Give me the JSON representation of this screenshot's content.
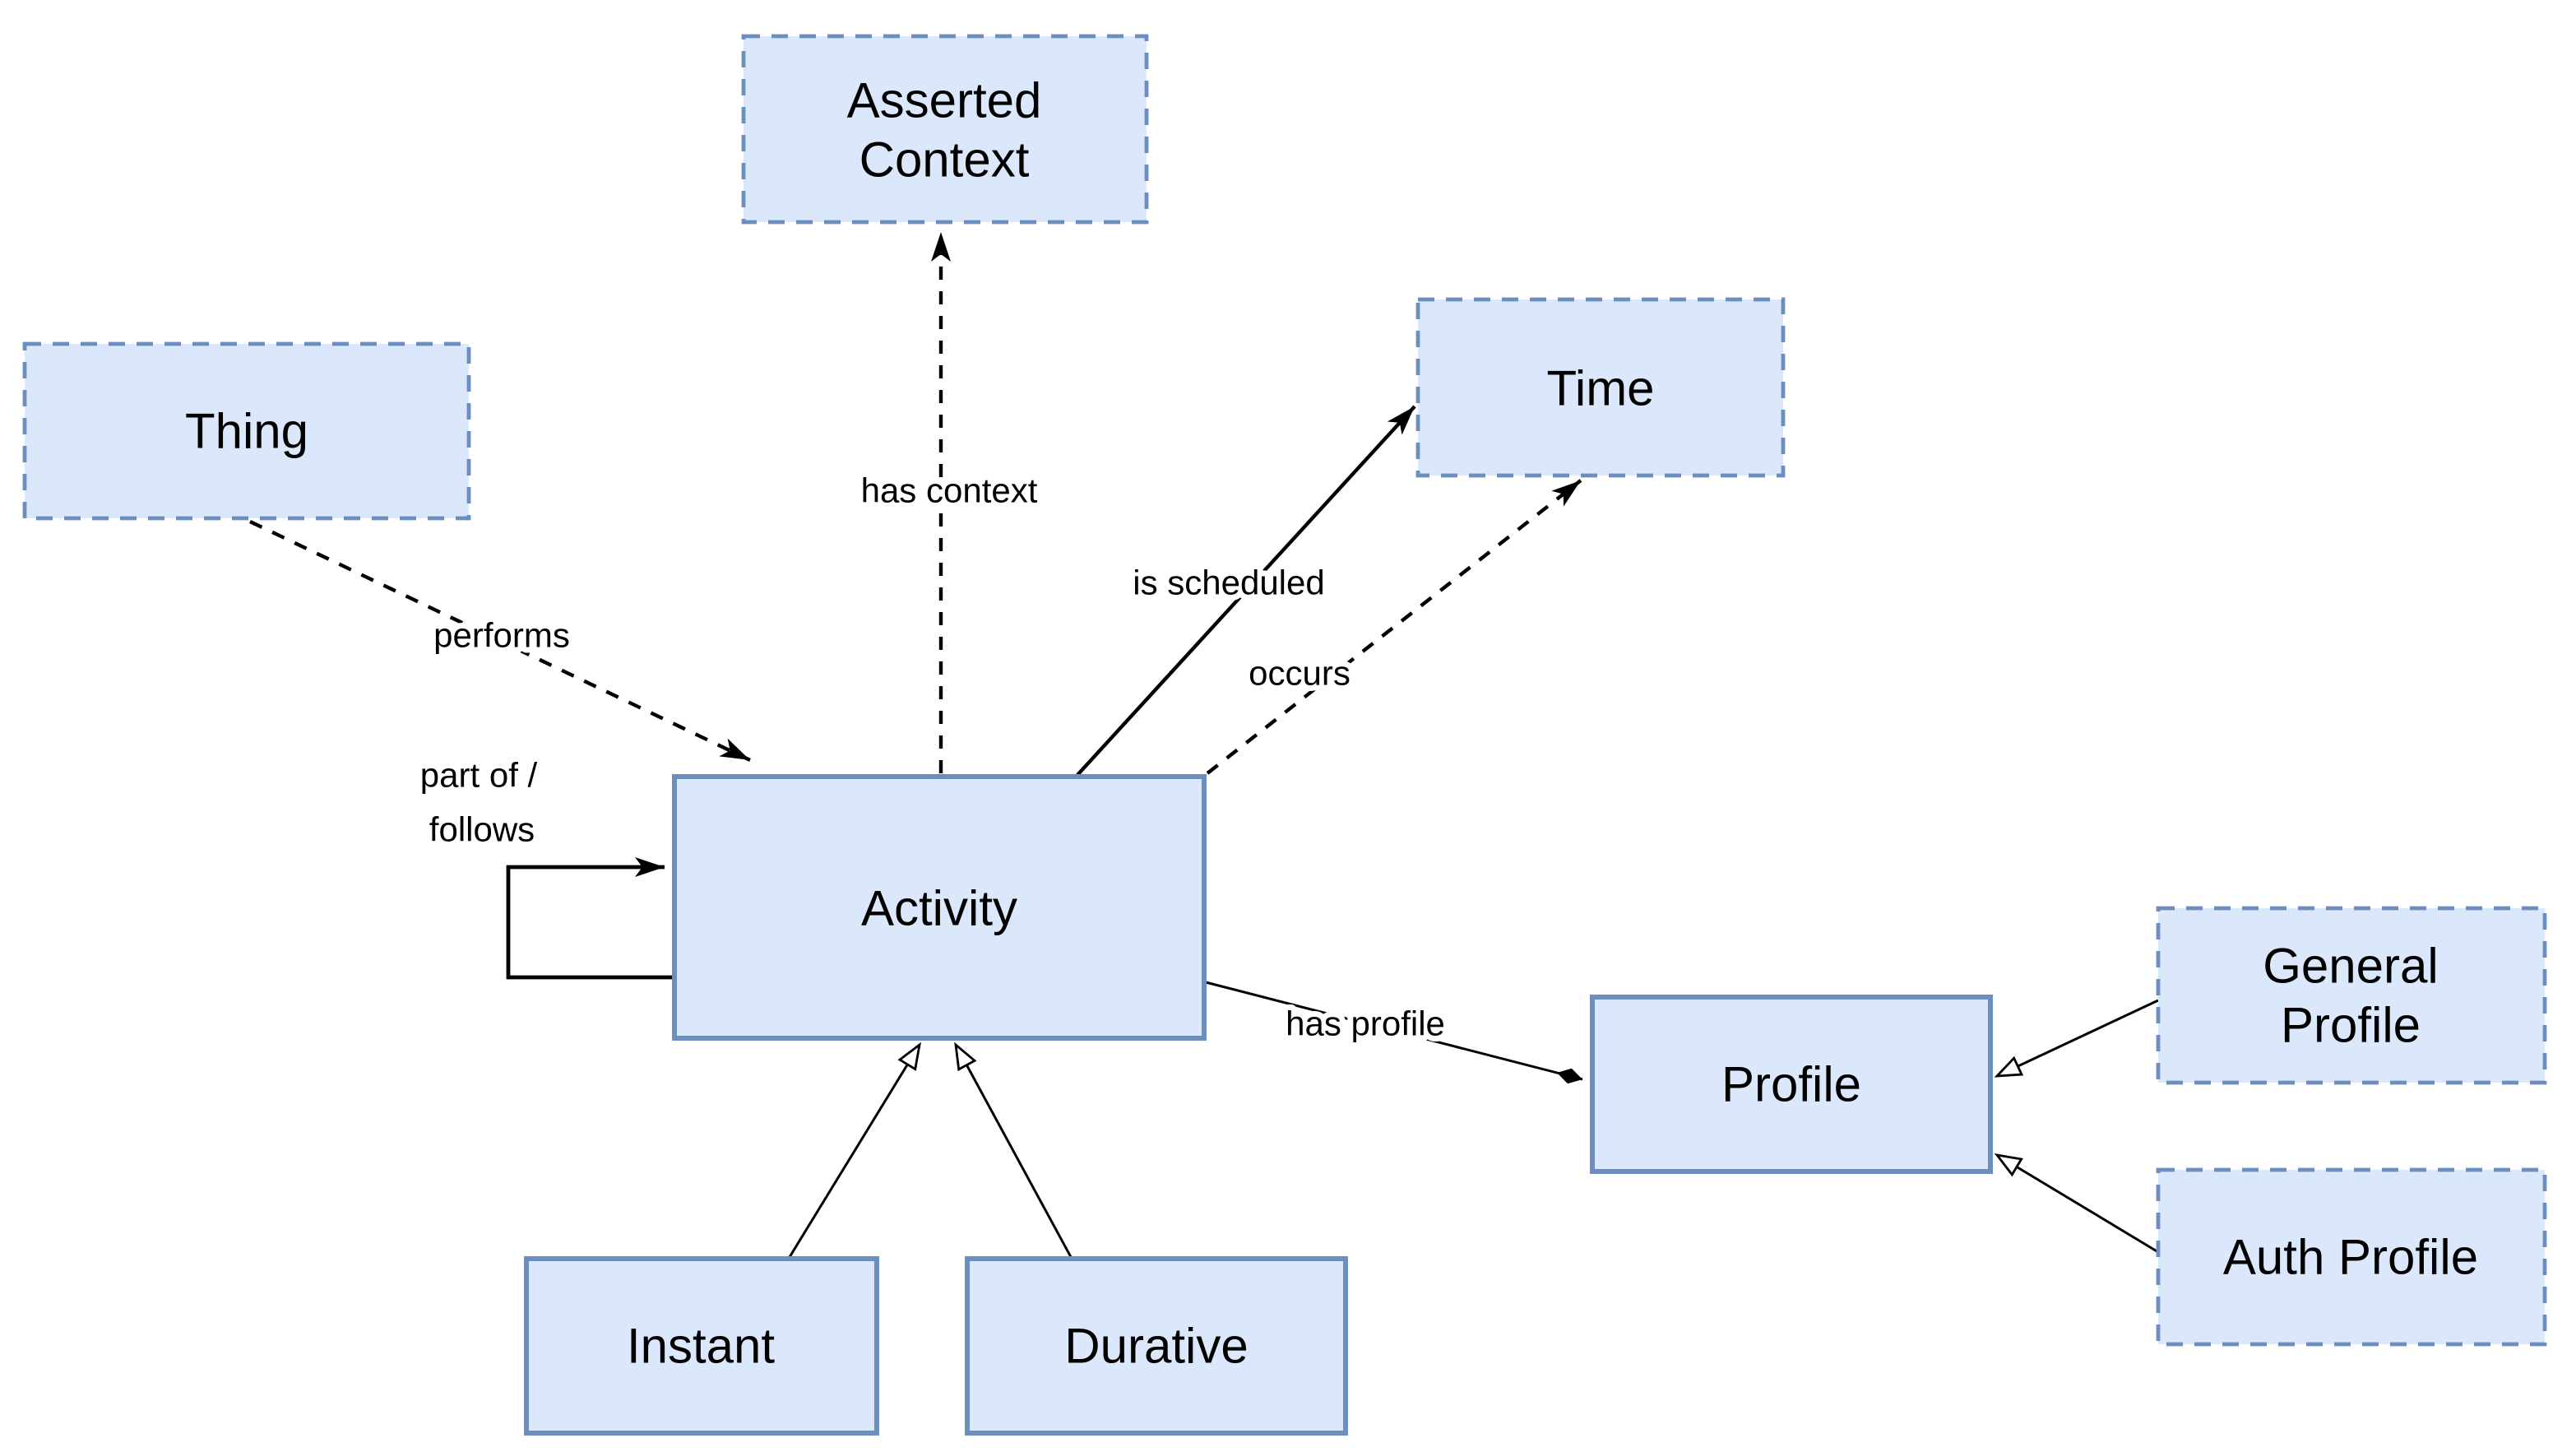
{
  "diagram": {
    "type": "ontology-class-diagram",
    "colors": {
      "node_fill": "#dbe8fc",
      "node_stroke": "#6c8ebf",
      "edge_color": "#000000",
      "label_color": "#000000",
      "background": "#ffffff"
    },
    "nodes": {
      "asserted_context": {
        "label_line1": "Asserted",
        "label_line2": "Context",
        "border": "dashed"
      },
      "thing": {
        "label": "Thing",
        "border": "dashed"
      },
      "time": {
        "label": "Time",
        "border": "dashed"
      },
      "activity": {
        "label": "Activity",
        "border": "solid"
      },
      "profile": {
        "label": "Profile",
        "border": "solid"
      },
      "general_profile": {
        "label_line1": "General",
        "label_line2": "Profile",
        "border": "dashed"
      },
      "auth_profile": {
        "label": "Auth Profile",
        "border": "dashed"
      },
      "instant": {
        "label": "Instant",
        "border": "solid"
      },
      "durative": {
        "label": "Durative",
        "border": "solid"
      }
    },
    "edges": [
      {
        "from": "activity",
        "to": "asserted_context",
        "label": "has context",
        "line": "dashed",
        "arrowhead": "filled-triangle"
      },
      {
        "from": "thing",
        "to": "activity",
        "label": "performs",
        "line": "dashed",
        "arrowhead": "filled-triangle"
      },
      {
        "from": "activity",
        "to": "time",
        "label": "is scheduled",
        "line": "solid",
        "arrowhead": "filled-triangle"
      },
      {
        "from": "activity",
        "to": "time",
        "label": "occurs",
        "line": "dashed",
        "arrowhead": "filled-triangle"
      },
      {
        "from": "activity",
        "to": "activity",
        "label_line1": "part of /",
        "label_line2": "follows",
        "line": "solid",
        "arrowhead": "filled-triangle"
      },
      {
        "from": "activity",
        "to": "profile",
        "label": "has profile",
        "line": "solid",
        "arrowhead": "filled-diamond"
      },
      {
        "from": "instant",
        "to": "activity",
        "label": "",
        "line": "solid",
        "arrowhead": "hollow-triangle"
      },
      {
        "from": "durative",
        "to": "activity",
        "label": "",
        "line": "solid",
        "arrowhead": "hollow-triangle"
      },
      {
        "from": "general_profile",
        "to": "profile",
        "label": "",
        "line": "solid",
        "arrowhead": "hollow-triangle"
      },
      {
        "from": "auth_profile",
        "to": "profile",
        "label": "",
        "line": "solid",
        "arrowhead": "hollow-triangle"
      }
    ]
  }
}
